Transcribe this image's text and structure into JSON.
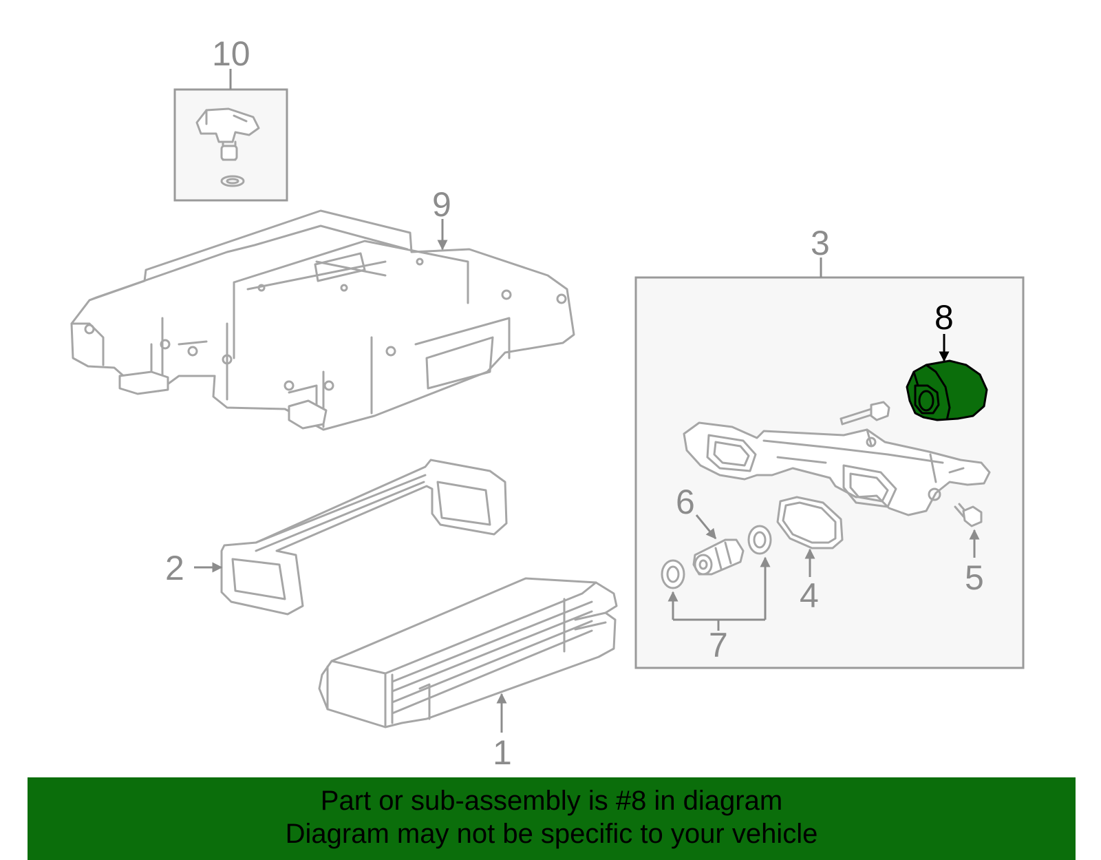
{
  "callouts": {
    "c1": "1",
    "c2": "2",
    "c3": "3",
    "c4": "4",
    "c5": "5",
    "c6": "6",
    "c7": "7",
    "c8": "8",
    "c9": "9",
    "c10": "10"
  },
  "highlight_color": "#0b6e0b",
  "banner": {
    "line1": "Part or sub-assembly is #8 in diagram",
    "line2": "Diagram may not be specific to your vehicle"
  }
}
